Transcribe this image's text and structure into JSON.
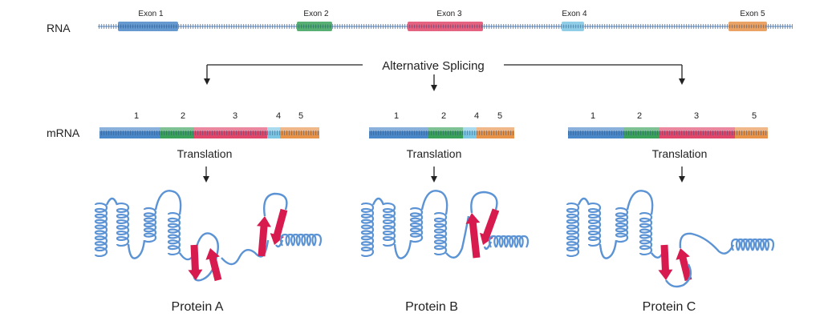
{
  "colors": {
    "exon1": "#4a87c8",
    "exon2": "#3aa15a",
    "exon3": "#e0486b",
    "exon4": "#7cc6e3",
    "exon5": "#e8934a",
    "helix": "#5b93d4",
    "sheet": "#d81b4f",
    "backdrop": "#f6f7f7"
  },
  "rna": {
    "label": "RNA",
    "exons": [
      {
        "id": 1,
        "label": "Exon  1",
        "color": "exon1"
      },
      {
        "id": 2,
        "label": "Exon 2",
        "color": "exon2"
      },
      {
        "id": 3,
        "label": "Exon  3",
        "color": "exon3"
      },
      {
        "id": 4,
        "label": "Exon 4",
        "color": "exon4"
      },
      {
        "id": 5,
        "label": "Exon 5",
        "color": "exon5"
      }
    ]
  },
  "splicing_label": "Alternative Splicing",
  "mrna_label": "mRNA",
  "isoforms": [
    {
      "name": "Protein A",
      "translation": "Translation",
      "exons": [
        "1",
        "2",
        "3",
        "4",
        "5"
      ]
    },
    {
      "name": "Protein B",
      "translation": "Translation",
      "exons": [
        "1",
        "2",
        "4",
        "5"
      ]
    },
    {
      "name": "Protein C",
      "translation": "Translation",
      "exons": [
        "1",
        "2",
        "3",
        "5"
      ]
    }
  ]
}
